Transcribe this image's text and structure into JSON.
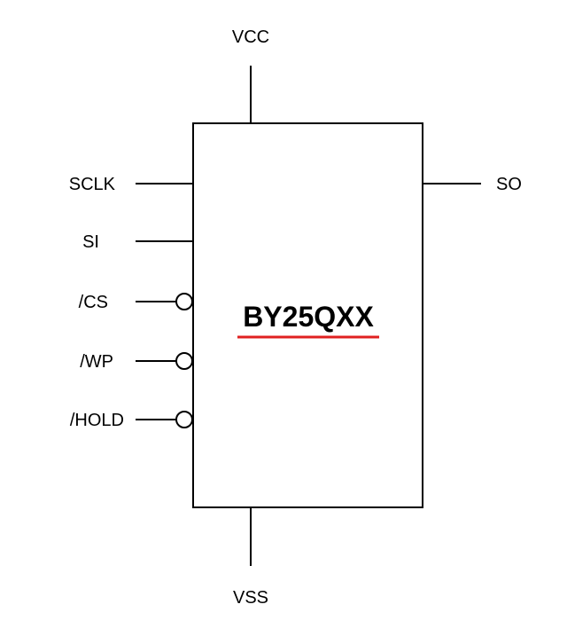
{
  "chip": {
    "name": "BY25QXX",
    "underline_color": "#e02020"
  },
  "pins": {
    "vcc": "VCC",
    "vss": "VSS",
    "sclk": "SCLK",
    "si": "SI",
    "cs": "/CS",
    "wp": "/WP",
    "hold": "/HOLD",
    "so": "SO"
  }
}
